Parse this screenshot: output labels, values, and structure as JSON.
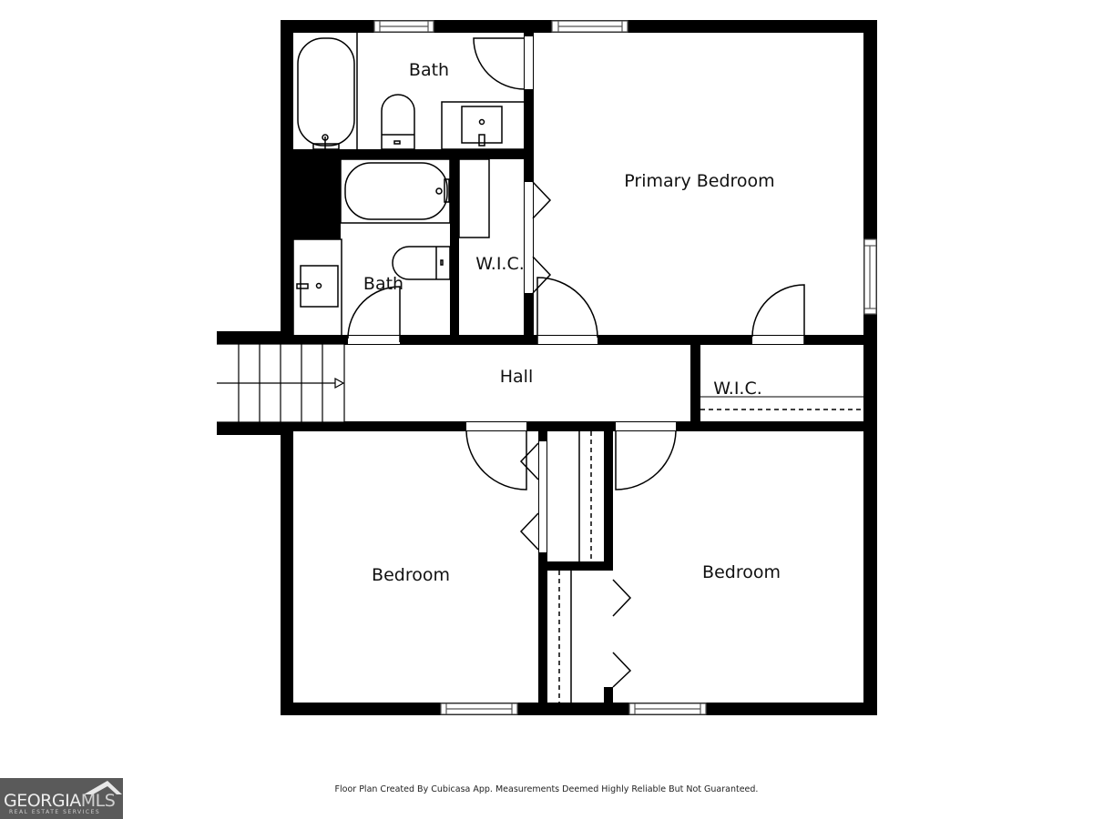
{
  "plan": {
    "rooms": {
      "bath_upper": "Bath",
      "bath_lower": "Bath",
      "primary_bedroom": "Primary Bedroom",
      "wic_center": "W.I.C.",
      "hall": "Hall",
      "wic_right": "W.I.C.",
      "bedroom_left": "Bedroom",
      "bedroom_right": "Bedroom"
    },
    "colors": {
      "wall": "#000000",
      "fixture_line": "#000000",
      "background": "#ffffff"
    }
  },
  "footer": {
    "disclaimer": "Floor Plan Created By Cubicasa App. Measurements Deemed Highly Reliable But Not Guaranteed."
  },
  "logo": {
    "brand_main": "GEORGIA",
    "brand_suffix": "MLS",
    "tagline": "REAL ESTATE SERVICES"
  }
}
